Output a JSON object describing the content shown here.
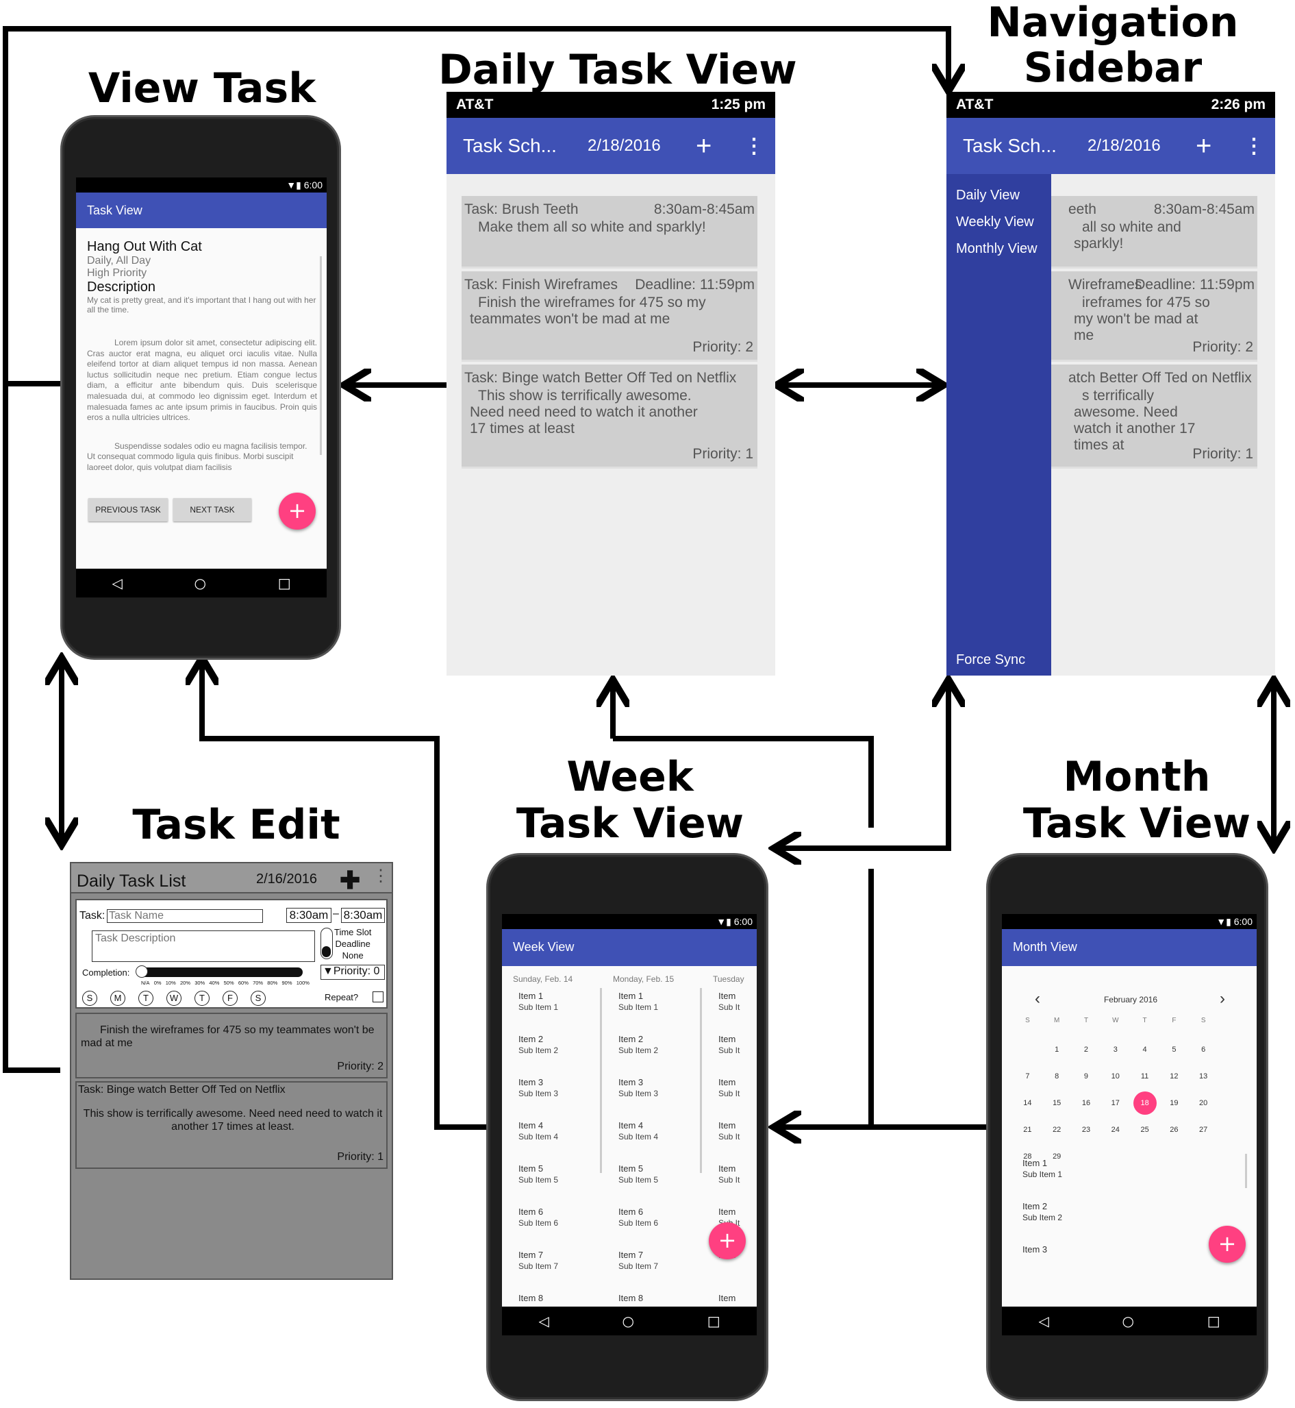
{
  "titles": {
    "view_task": "View Task",
    "daily_task_view": "Daily Task View",
    "navigation_sidebar": "Navigation Sidebar",
    "task_edit": "Task Edit",
    "week_task_view": "Week Task View",
    "month_task_view": "Month Task View"
  },
  "view_task": {
    "status_time": "6:00",
    "bar_title": "Task View",
    "task_name": "Hang Out With Cat",
    "schedule": "Daily, All Day",
    "priority": "High Priority",
    "description_label": "Description",
    "description": "My cat is pretty great, and it's important that I hang out with her all the time.",
    "lorem1": "Lorem ipsum dolor sit amet, consectetur adipiscing elit. Cras auctor erat magna, eu aliquet orci iaculis vitae. Nulla eleifend tortor at diam aliquet tempus id non massa. Aenean luctus sollicitudin neque nec pretium. Etiam congue lectus diam, a efficitur ante bibendum quis. Duis scelerisque malesuada dui, at commodo leo dignissim eget. Interdum et malesuada fames ac ante ipsum primis in faucibus. Proin quis eros a nulla ultricies ultrices.",
    "lorem2": "Suspendisse sodales odio eu magna facilisis tempor. Ut consequat commodo ligula quis finibus. Morbi suscipit laoreet dolor, quis volutpat diam facilisis",
    "prev_button": "PREVIOUS TASK",
    "next_button": "NEXT TASK",
    "fab": "+"
  },
  "daily_view": {
    "carrier": "AT&T",
    "time": "1:25 pm",
    "app_title": "Task Sch...",
    "date": "2/18/2016",
    "add_icon": "+",
    "menu_icon": "⋮",
    "tasks": [
      {
        "name": "Task: Brush Teeth",
        "time": "8:30am-8:45am",
        "desc": "Make them all so white and sparkly!",
        "priority": ""
      },
      {
        "name": "Task: Finish Wireframes",
        "time": "Deadline: 11:59pm",
        "desc": "Finish the wireframes for 475 so my teammates won't be mad at me",
        "priority": "Priority: 2"
      },
      {
        "name": "Task: Binge watch Better Off Ted on Netflix",
        "time": "",
        "desc": "This show is terrifically awesome. Need need need to watch it another 17 times at least",
        "priority": "Priority: 1"
      }
    ]
  },
  "sidebar_view": {
    "carrier": "AT&T",
    "time": "2:26 pm",
    "app_title": "Task Sch...",
    "date": "2/18/2016",
    "items": [
      "Daily View",
      "Weekly View",
      "Monthly View"
    ],
    "force_sync": "Force Sync",
    "peek": [
      {
        "name": "eeth",
        "time": "8:30am-8:45am",
        "desc": "all so white and sparkly!",
        "priority": ""
      },
      {
        "name": "Wireframes",
        "time": "Deadline: 11:59pm",
        "desc": "ireframes for 475 so my won't be mad at me",
        "priority": "Priority: 2"
      },
      {
        "name": "atch Better Off Ted on Netflix",
        "time": "",
        "desc": "s terrifically awesome. Need watch it another 17 times at",
        "priority": "Priority: 1"
      }
    ]
  },
  "task_edit": {
    "header_title": "Daily Task List",
    "header_date": "2/16/2016",
    "task_label": "Task:",
    "task_name_placeholder": "Task Name",
    "start_time": "8:30am",
    "dash": "–",
    "end_time": "8:30am",
    "desc_placeholder": "Task Description",
    "toggle_options": [
      "Time Slot",
      "Deadline",
      "None"
    ],
    "completion_label": "Completion:",
    "completion_ticks": [
      "N/A",
      "0%",
      "10%",
      "20%",
      "30%",
      "40%",
      "50%",
      "60%",
      "70%",
      "80%",
      "90%",
      "100%"
    ],
    "priority_label": "▼Priority: 0",
    "days": [
      "S",
      "M",
      "T",
      "W",
      "T",
      "F",
      "S"
    ],
    "repeat_label": "Repeat?",
    "list": [
      {
        "name": "",
        "desc": "Finish the wireframes for 475 so my teammates won't be mad at me",
        "priority": "Priority: 2"
      },
      {
        "name": "Task: Binge watch Better Off Ted on Netflix",
        "desc": "This show is terrifically awesome. Need need need to watch it another 17 times at least.",
        "priority": "Priority: 1"
      }
    ]
  },
  "week_view": {
    "status_time": "6:00",
    "bar_title": "Week View",
    "columns": [
      {
        "header": "Sunday, Feb. 14",
        "items": [
          [
            "Item 1",
            "Sub Item 1"
          ],
          [
            "Item 2",
            "Sub Item 2"
          ],
          [
            "Item 3",
            "Sub Item 3"
          ],
          [
            "Item 4",
            "Sub Item 4"
          ],
          [
            "Item 5",
            "Sub Item 5"
          ],
          [
            "Item 6",
            "Sub Item 6"
          ],
          [
            "Item 7",
            "Sub Item 7"
          ],
          [
            "Item 8",
            ""
          ]
        ]
      },
      {
        "header": "Monday, Feb. 15",
        "items": [
          [
            "Item 1",
            "Sub Item 1"
          ],
          [
            "Item 2",
            "Sub Item 2"
          ],
          [
            "Item 3",
            "Sub Item 3"
          ],
          [
            "Item 4",
            "Sub Item 4"
          ],
          [
            "Item 5",
            "Sub Item 5"
          ],
          [
            "Item 6",
            "Sub Item 6"
          ],
          [
            "Item 7",
            "Sub Item 7"
          ],
          [
            "Item 8",
            ""
          ]
        ]
      },
      {
        "header": "Tuesday",
        "items": [
          [
            "Item",
            "Sub It"
          ],
          [
            "Item",
            "Sub It"
          ],
          [
            "Item",
            "Sub It"
          ],
          [
            "Item",
            "Sub It"
          ],
          [
            "Item",
            "Sub It"
          ],
          [
            "Item",
            "Sub It"
          ],
          [
            "Item",
            ""
          ],
          [
            "Item",
            ""
          ]
        ]
      }
    ],
    "fab": "+"
  },
  "month_view": {
    "status_time": "6:00",
    "bar_title": "Month View",
    "month_label": "February 2016",
    "prev": "‹",
    "next": "›",
    "weekdays": [
      "S",
      "M",
      "T",
      "W",
      "T",
      "F",
      "S"
    ],
    "weeks": [
      [
        "",
        "1",
        "2",
        "3",
        "4",
        "5",
        "6"
      ],
      [
        "7",
        "8",
        "9",
        "10",
        "11",
        "12",
        "13"
      ],
      [
        "14",
        "15",
        "16",
        "17",
        "18",
        "19",
        "20"
      ],
      [
        "21",
        "22",
        "23",
        "24",
        "25",
        "26",
        "27"
      ],
      [
        "28",
        "29",
        "",
        "",
        "",
        "",
        ""
      ]
    ],
    "selected_day": "18",
    "items": [
      [
        "Item 1",
        "Sub Item 1"
      ],
      [
        "Item 2",
        "Sub Item 2"
      ],
      [
        "Item 3",
        ""
      ]
    ],
    "fab": "+"
  },
  "nav_icons": {
    "back": "◁",
    "home": "○",
    "recent": "□"
  },
  "colors": {
    "primary": "#3f51b5",
    "accent": "#ff4081",
    "sidebar": "#303f9f",
    "card": "#cfcfcf"
  }
}
